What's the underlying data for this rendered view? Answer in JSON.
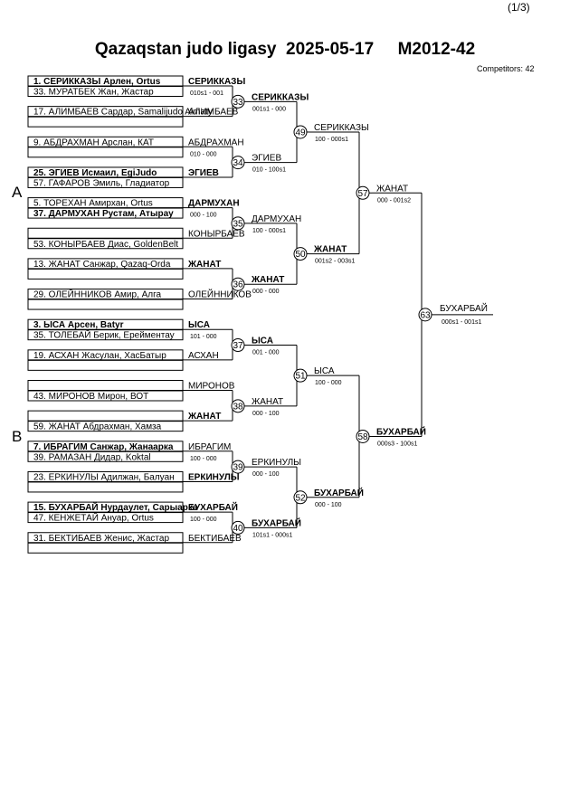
{
  "page": "(1/3)",
  "title": "Qazaqstan judo ligasy  2025-05-17     M2012-42",
  "competitors": "Competitors: 42",
  "pools": [
    "A",
    "B"
  ],
  "slots": [
    {
      "text": "1. СЕРИККАЗЫ Арлен, Ortus",
      "bold": true
    },
    {
      "text": "33. МУРАТБЕК Жан, Жастар",
      "bold": false
    },
    {
      "text": "17. АЛИМБАЕВ Сардар, Samalijudo Almaty",
      "bold": false
    },
    {
      "text": "",
      "bold": false
    },
    {
      "text": "9. АБДРАХМАН Арслан, КАТ",
      "bold": false
    },
    {
      "text": "",
      "bold": false
    },
    {
      "text": "25. ЭГИЕВ Исмаил, EgiJudo",
      "bold": true
    },
    {
      "text": "57. ГАФАРОВ Эмиль, Гладиатор",
      "bold": false
    },
    {
      "text": "5. ТОРЕХАН Амирхан, Ortus",
      "bold": false
    },
    {
      "text": "37. ДАРМУХАН Рустам, Атырау",
      "bold": true
    },
    {
      "text": "",
      "bold": false
    },
    {
      "text": "53. КОНЫРБАЕВ Диас, GoldenBelt",
      "bold": false
    },
    {
      "text": "13. ЖАНАТ Санжар, Qazaq-Orda",
      "bold": false
    },
    {
      "text": "",
      "bold": false
    },
    {
      "text": "29. ОЛЕЙННИКОВ Амир, Алга",
      "bold": false
    },
    {
      "text": "",
      "bold": false
    },
    {
      "text": "3. ЫСА Арсен, Batyr",
      "bold": true
    },
    {
      "text": "35. ТОЛЕБАЙ Берик, Ерейментау",
      "bold": false
    },
    {
      "text": "19. АСХАН Жасулан, ХасБатыр",
      "bold": false
    },
    {
      "text": "",
      "bold": false
    },
    {
      "text": "",
      "bold": false
    },
    {
      "text": "43. МИРОНОВ Мирон, ВОТ",
      "bold": false
    },
    {
      "text": "",
      "bold": false
    },
    {
      "text": "59. ЖАНАТ Абдрахман, Хамза",
      "bold": false
    },
    {
      "text": "7. ИБРАГИМ Санжар, Жанаарка",
      "bold": true
    },
    {
      "text": "39. РАМАЗАН Дидар, Koktal",
      "bold": false
    },
    {
      "text": "23. ЕРКИНУЛЫ Адилжан, Балуан",
      "bold": false
    },
    {
      "text": "",
      "bold": false
    },
    {
      "text": "15. БУХАРБАЙ Нурдаулет, Сарыарка",
      "bold": true
    },
    {
      "text": "47. КЕНЖЕТАЙ Ануар, Ortus",
      "bold": false
    },
    {
      "text": "31. БЕКТИБАЕВ Женис, Жастар",
      "bold": false
    },
    {
      "text": "",
      "bold": false
    }
  ],
  "r1": [
    {
      "num": "33",
      "top": "СЕРИККАЗЫ",
      "topBold": true,
      "bottom": "АЛИМБАЕВ",
      "bottomBold": false,
      "score": "010s1 - 001"
    },
    {
      "num": "34",
      "top": "АБДРАХМАН",
      "topBold": false,
      "bottom": "ЭГИЕВ",
      "bottomBold": true,
      "score": "010 - 000"
    },
    {
      "num": "35",
      "top": "ДАРМУХАН",
      "topBold": true,
      "bottom": "КОНЫРБАЕВ",
      "bottomBold": false,
      "score": "000 - 100"
    },
    {
      "num": "36",
      "top": "ЖАНАТ",
      "topBold": true,
      "bottom": "ОЛЕЙННИКОВ",
      "bottomBold": false,
      "score": ""
    },
    {
      "num": "37",
      "top": "ЫСА",
      "topBold": true,
      "bottom": "АСХАН",
      "bottomBold": false,
      "score": "101 - 000"
    },
    {
      "num": "38",
      "top": "МИРОНОВ",
      "topBold": false,
      "bottom": "ЖАНАТ",
      "bottomBold": true,
      "score": ""
    },
    {
      "num": "39",
      "top": "ИБРАГИМ",
      "topBold": false,
      "bottom": "ЕРКИНУЛЫ",
      "bottomBold": true,
      "score": "100 - 000"
    },
    {
      "num": "40",
      "top": "БУХАРБАЙ",
      "topBold": true,
      "bottom": "БЕКТИБАЕВ",
      "bottomBold": false,
      "score": "100 - 000"
    }
  ],
  "r2": [
    {
      "num": "49",
      "top": "СЕРИККАЗЫ",
      "topBold": true,
      "topScore": "001s1 - 000",
      "bottom": "ЭГИЕВ",
      "bottomBold": false,
      "bottomScore": "010 - 100s1"
    },
    {
      "num": "50",
      "top": "ДАРМУХАН",
      "topBold": false,
      "topScore": "100 - 000s1",
      "bottom": "ЖАНАТ",
      "bottomBold": true,
      "bottomScore": "000 - 000"
    },
    {
      "num": "51",
      "top": "ЫСА",
      "topBold": true,
      "topScore": "001 - 000",
      "bottom": "ЖАНАТ",
      "bottomBold": false,
      "bottomScore": "000 - 100"
    },
    {
      "num": "52",
      "top": "ЕРКИНУЛЫ",
      "topBold": false,
      "topScore": "000 - 100",
      "bottom": "БУХАРБАЙ",
      "bottomBold": true,
      "bottomScore": "101s1 - 000s1"
    }
  ],
  "r3": [
    {
      "num": "57",
      "top": "СЕРИККАЗЫ",
      "topBold": false,
      "topScore": "100 - 000s1",
      "bottom": "ЖАНАТ",
      "bottomBold": true,
      "bottomScore": "001s2 - 003s1"
    },
    {
      "num": "58",
      "top": "ЫСА",
      "topBold": false,
      "topScore": "100 - 000",
      "bottom": "БУХАРБАЙ",
      "bottomBold": true,
      "bottomScore": "000 - 100"
    }
  ],
  "r4": [
    {
      "num": "63",
      "top": "ЖАНАТ",
      "topBold": false,
      "topScore": "000 - 001s2",
      "bottom": "БУХАРБАЙ",
      "bottomBold": true,
      "bottomScore": "000s3 - 100s1"
    }
  ],
  "winner": {
    "name": "БУХАРБАЙ",
    "score": "000s1 - 001s1"
  }
}
